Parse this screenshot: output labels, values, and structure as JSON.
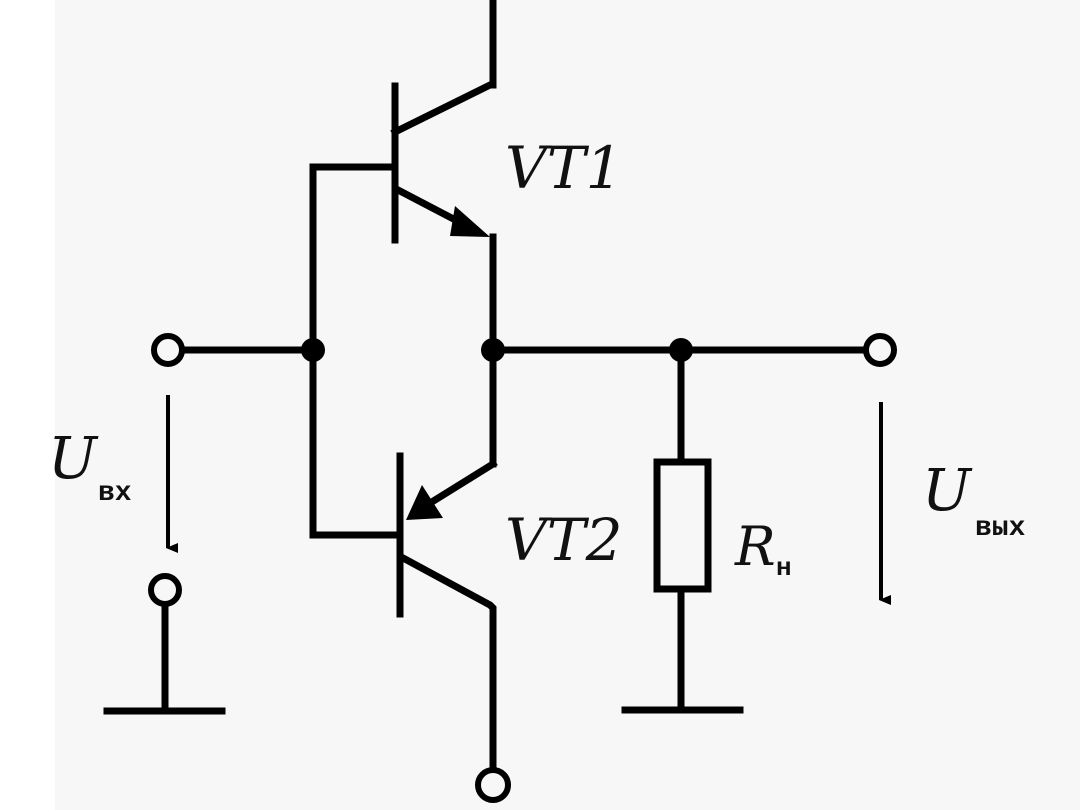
{
  "diagram": {
    "type": "complementary emitter-follower (push-pull) circuit",
    "components": {
      "vt1": {
        "label": "VT1",
        "kind": "NPN transistor"
      },
      "vt2": {
        "label": "VT2",
        "kind": "PNP transistor"
      },
      "load": {
        "label": "R",
        "subscript": "н",
        "kind": "resistor"
      }
    },
    "voltages": {
      "input": {
        "label": "U",
        "subscript": "вх"
      },
      "output": {
        "label": "U",
        "subscript": "вых"
      }
    },
    "colors": {
      "line": "#000000",
      "background": "#f7f7f7"
    }
  }
}
